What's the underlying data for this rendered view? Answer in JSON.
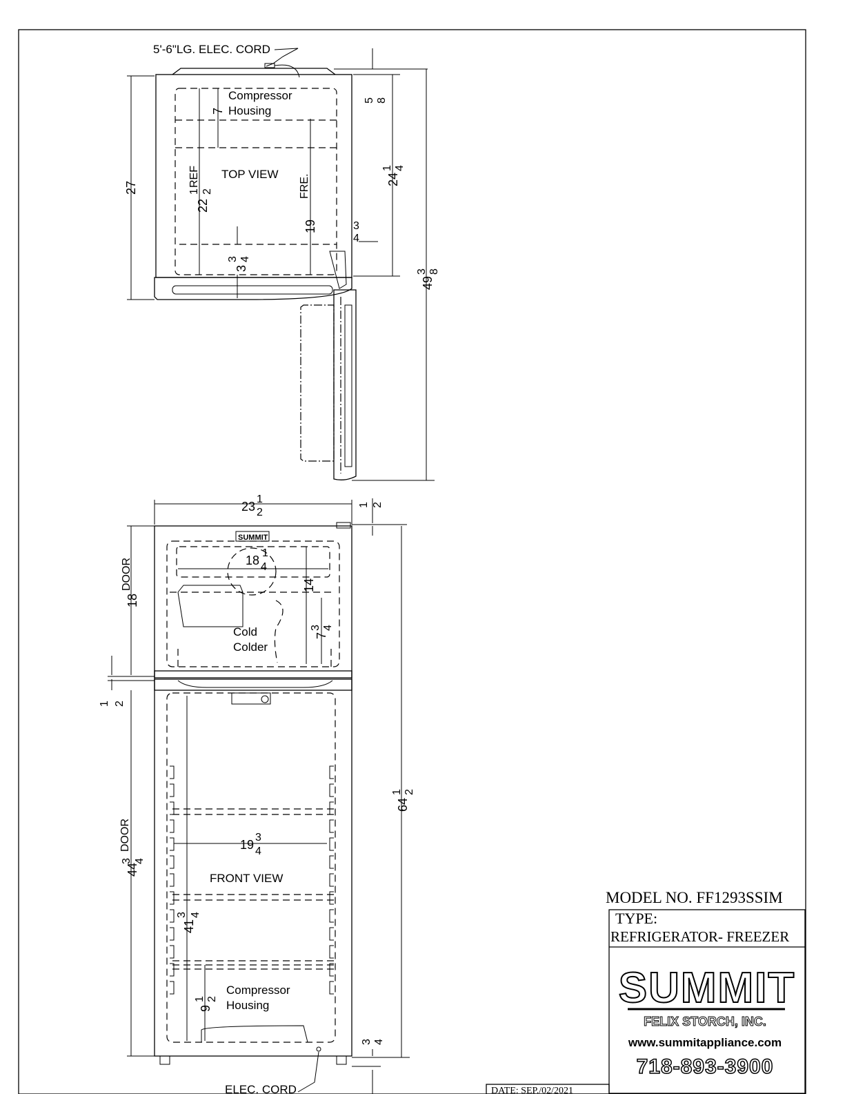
{
  "top_view": {
    "title": "TOP VIEW",
    "cord_label": "5'-6\"LG. ELEC. CORD",
    "compressor": [
      "Compressor",
      "Housing"
    ],
    "dim_27": "27",
    "dim_22_whole": "22",
    "dim_22_num": "1",
    "dim_22_den": "2",
    "dim_22_ref": "REF",
    "dim_7": "7",
    "dim_fre": "FRE.",
    "dim_19": "19",
    "dim_3_whole": "3",
    "dim_3_num": "3",
    "dim_3_den": "4",
    "dim_34_num": "3",
    "dim_34_den": "4",
    "dim_58_num": "5",
    "dim_58_den": "8",
    "dim_24_whole": "24",
    "dim_24_num": "1",
    "dim_24_den": "4",
    "dim_49_whole": "49",
    "dim_49_num": "3",
    "dim_49_den": "8"
  },
  "front_view": {
    "title": "FRONT VIEW",
    "brand_badge": "SUMMIT",
    "cold": "Cold",
    "colder": "Colder",
    "compressor": [
      "Compressor",
      "Housing"
    ],
    "cord_label": "ELEC. CORD",
    "dim_23_whole": "23",
    "dim_23_num": "1",
    "dim_23_den": "2",
    "dim_12_num": "1",
    "dim_12_den": "2",
    "dim_18_whole": "18",
    "dim_18_num": "1",
    "dim_18_den": "4",
    "dim_14": "14",
    "dim_7_whole": "7",
    "dim_7_num": "3",
    "dim_7_den": "4",
    "dim_18_door": "18",
    "door_label": "DOOR",
    "dim_half_num": "1",
    "dim_half_den": "2",
    "dim_64_whole": "64",
    "dim_64_num": "1",
    "dim_64_den": "2",
    "dim_19_whole": "19",
    "dim_19_num": "3",
    "dim_19_den": "4",
    "dim_44_whole": "44",
    "dim_44_num": "3",
    "dim_44_den": "4",
    "door_label_2": "DOOR",
    "dim_41_whole": "41",
    "dim_41_num": "3",
    "dim_41_den": "4",
    "dim_9_whole": "9",
    "dim_9_num": "1",
    "dim_9_den": "2",
    "dim_34b_num": "3",
    "dim_34b_den": "4"
  },
  "title_block": {
    "model": "MODEL NO.  FF1293SSIM",
    "type_label": "TYPE:",
    "type_value": "REFRIGERATOR- FREEZER",
    "logo": "SUMMIT",
    "company": "FELIX STORCH, INC.",
    "website": "www.summitappliance.com",
    "phone": "718-893-3900",
    "date": "DATE: SEP./02/2021"
  }
}
